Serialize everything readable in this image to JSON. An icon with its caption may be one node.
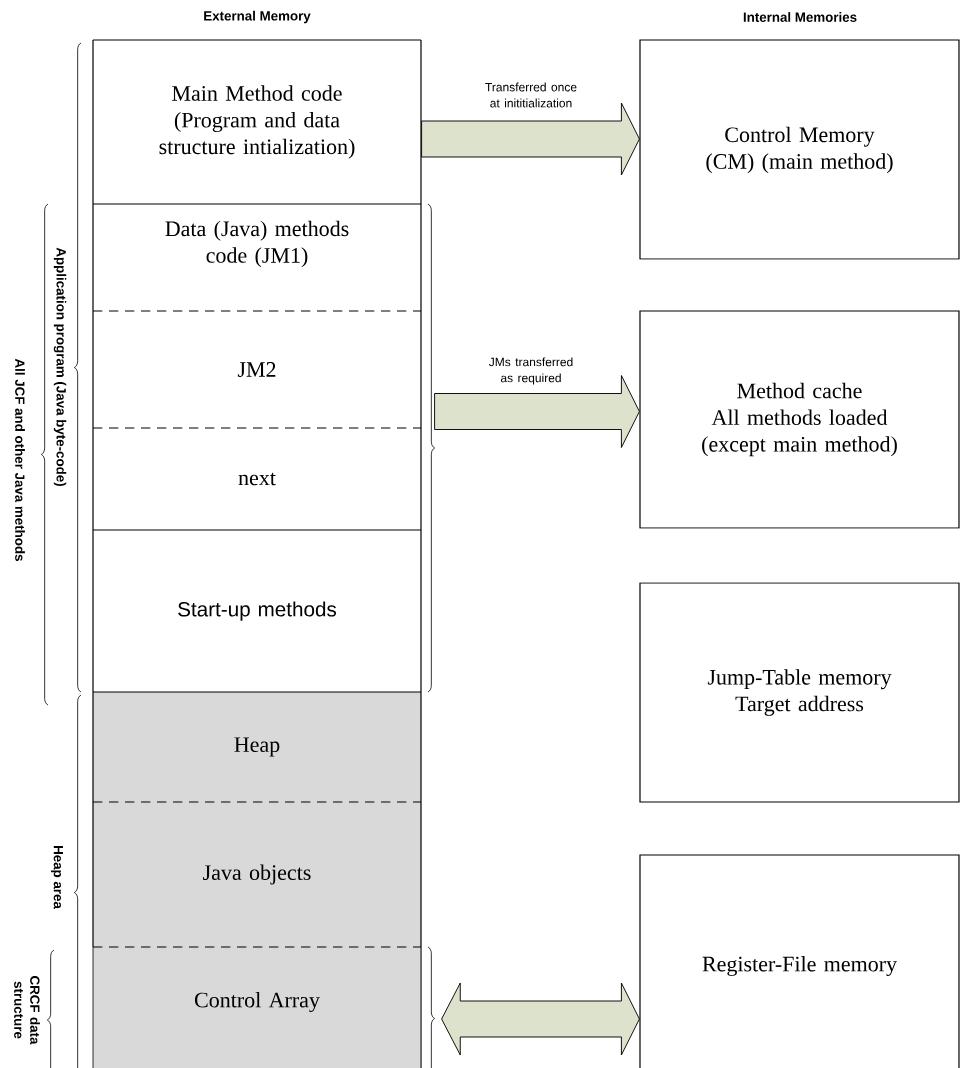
{
  "diagram": {
    "nodes": [
      {
        "text": [
          "Main Method code",
          "(Program and data structure intialization)"
        ]
      },
      {
        "text": [
          "Data (Java) methods code (JM1)"
        ]
      },
      {
        "text": [
          "JM2"
        ]
      },
      {
        "text": [
          "next"
        ]
      },
      {
        "text": [
          "Start-up methods"
        ]
      },
      {
        "text": [
          "Heap"
        ]
      },
      {
        "text": [
          "Java objects"
        ]
      },
      {
        "text": [
          "Control Array"
        ]
      },
      {
        "text": [
          "Control Memory (CM) (main method)"
        ]
      },
      {
        "text": [
          "Method cache",
          "All methods loaded (except main method)"
        ]
      },
      {
        "text": [
          "Jump-Table memory",
          "Target address"
        ]
      },
      {
        "text": [
          "Register-File memory"
        ]
      }
    ],
    "edges": [
      {
        "from": 0,
        "to": 8,
        "arrow": "to",
        "label": "Transferred once at inititialization"
      },
      {
        "from": 2,
        "to": 9,
        "arrow": "to",
        "label": "JMs transferred as required"
      },
      {
        "from": 7,
        "to": 11,
        "arrow": "both"
      }
    ],
    "labels": [
      "External Memory",
      "Internal Memories",
      "Application program (Java byte-code)",
      "All JCF and other Java methods",
      "Heap area",
      "CRCF data structure"
    ]
  }
}
